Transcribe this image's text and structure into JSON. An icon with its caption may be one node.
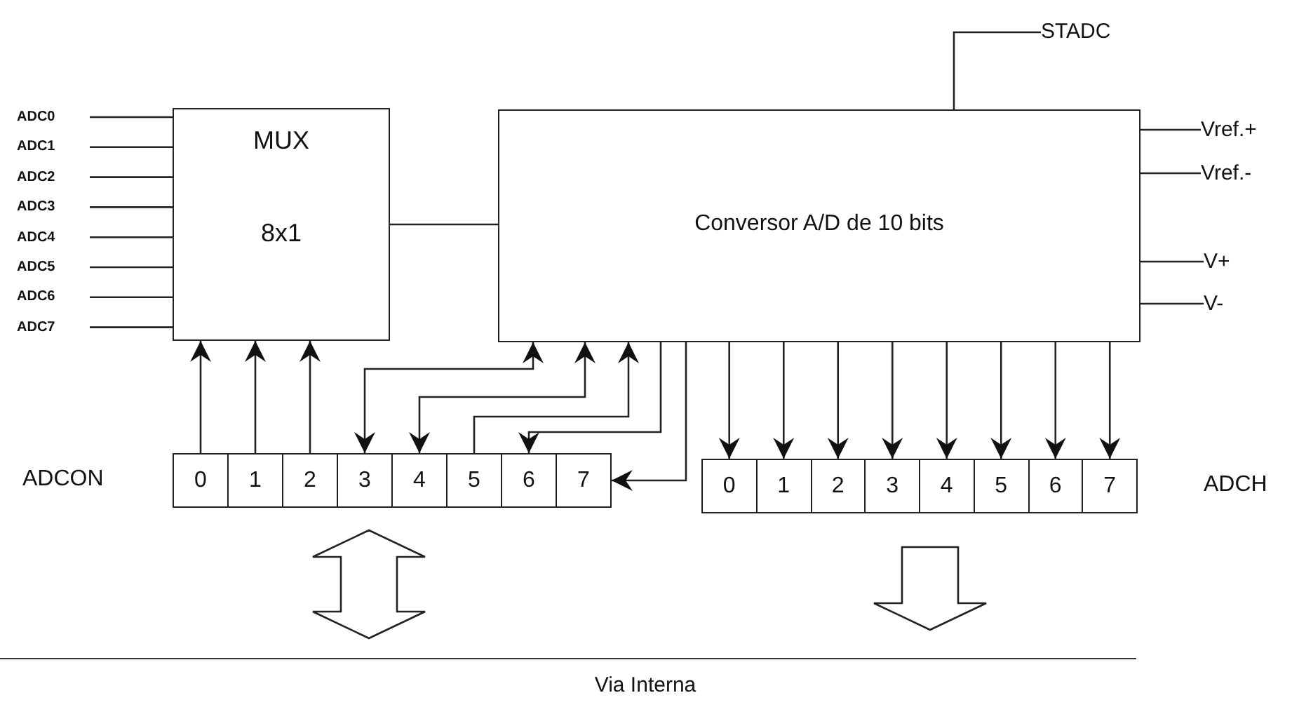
{
  "diagram": {
    "nodes": [
      {
        "text": [
          "ADC0"
        ]
      },
      {
        "text": [
          "ADC1"
        ]
      },
      {
        "text": [
          "ADC2"
        ]
      },
      {
        "text": [
          "ADC3"
        ]
      },
      {
        "text": [
          "ADC4"
        ]
      },
      {
        "text": [
          "ADC5"
        ]
      },
      {
        "text": [
          "ADC6"
        ]
      },
      {
        "text": [
          "ADC7"
        ]
      },
      {
        "text": [
          "MUX",
          "8x1"
        ]
      },
      {
        "text": [
          "STADC"
        ]
      },
      {
        "text": [
          "Conversor A/D de 10 bits"
        ]
      },
      {
        "text": [
          "Vref.+"
        ]
      },
      {
        "text": [
          "Vref.-"
        ]
      },
      {
        "text": [
          "V+"
        ]
      },
      {
        "text": [
          "V-"
        ]
      },
      {
        "text": [
          "ADCON"
        ]
      },
      {
        "text": [
          "0"
        ],
        "in": 15
      },
      {
        "text": [
          "1"
        ],
        "in": 15
      },
      {
        "text": [
          "2"
        ],
        "in": 15
      },
      {
        "text": [
          "3"
        ],
        "in": 15
      },
      {
        "text": [
          "4"
        ],
        "in": 15
      },
      {
        "text": [
          "5"
        ],
        "in": 15
      },
      {
        "text": [
          "6"
        ],
        "in": 15
      },
      {
        "text": [
          "7"
        ],
        "in": 15
      },
      {
        "text": [
          "ADCH"
        ]
      },
      {
        "text": [
          "0"
        ],
        "in": 24
      },
      {
        "text": [
          "1"
        ],
        "in": 24
      },
      {
        "text": [
          "2"
        ],
        "in": 24
      },
      {
        "text": [
          "3"
        ],
        "in": 24
      },
      {
        "text": [
          "4"
        ],
        "in": 24
      },
      {
        "text": [
          "5"
        ],
        "in": 24
      },
      {
        "text": [
          "6"
        ],
        "in": 24
      },
      {
        "text": [
          "7"
        ],
        "in": 24
      },
      {
        "text": [
          "Via Interna"
        ]
      }
    ],
    "edges": [
      {
        "from": 0,
        "to": 8,
        "arrow": "none"
      },
      {
        "from": 1,
        "to": 8,
        "arrow": "none"
      },
      {
        "from": 2,
        "to": 8,
        "arrow": "none"
      },
      {
        "from": 3,
        "to": 8,
        "arrow": "none"
      },
      {
        "from": 4,
        "to": 8,
        "arrow": "none"
      },
      {
        "from": 5,
        "to": 8,
        "arrow": "none"
      },
      {
        "from": 6,
        "to": 8,
        "arrow": "none"
      },
      {
        "from": 7,
        "to": 8,
        "arrow": "none"
      },
      {
        "from": 8,
        "to": 10,
        "arrow": "none"
      },
      {
        "from": 9,
        "to": 10,
        "arrow": "none"
      },
      {
        "from": 11,
        "to": 10,
        "arrow": "none"
      },
      {
        "from": 12,
        "to": 10,
        "arrow": "none"
      },
      {
        "from": 13,
        "to": 10,
        "arrow": "none"
      },
      {
        "from": 14,
        "to": 10,
        "arrow": "none"
      },
      {
        "from": 16,
        "to": 8,
        "arrow": "to"
      },
      {
        "from": 17,
        "to": 8,
        "arrow": "to"
      },
      {
        "from": 18,
        "to": 8,
        "arrow": "to"
      },
      {
        "from": 19,
        "to": 10,
        "arrow": "both"
      },
      {
        "from": 20,
        "to": 10,
        "arrow": "both"
      },
      {
        "from": 21,
        "to": 10,
        "arrow": "to"
      },
      {
        "from": 10,
        "to": 22,
        "arrow": "to"
      },
      {
        "from": 10,
        "to": 23,
        "arrow": "to"
      },
      {
        "from": 10,
        "to": 25,
        "arrow": "to"
      },
      {
        "from": 10,
        "to": 26,
        "arrow": "to"
      },
      {
        "from": 10,
        "to": 27,
        "arrow": "to"
      },
      {
        "from": 10,
        "to": 28,
        "arrow": "to"
      },
      {
        "from": 10,
        "to": 29,
        "arrow": "to"
      },
      {
        "from": 10,
        "to": 30,
        "arrow": "to"
      },
      {
        "from": 10,
        "to": 31,
        "arrow": "to"
      },
      {
        "from": 10,
        "to": 32,
        "arrow": "to"
      },
      {
        "from": 15,
        "to": 33,
        "arrow": "both",
        "style": "thick"
      },
      {
        "from": 24,
        "to": 33,
        "arrow": "to",
        "style": "thick"
      }
    ]
  }
}
